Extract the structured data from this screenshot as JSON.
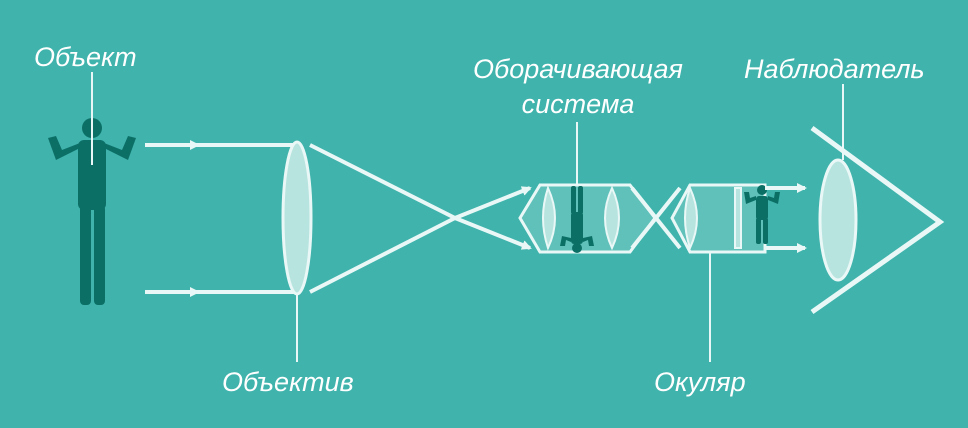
{
  "diagram": {
    "labels": {
      "object": "Объект",
      "objective": "Объектив",
      "inverting_system_line1": "Оборачивающая",
      "inverting_system_line2": "система",
      "eyepiece": "Окуляр",
      "observer": "Наблюдатель"
    },
    "colors": {
      "background": "#3fb3ac",
      "figure": "#0c6f66",
      "lines": "#e9f8f6",
      "lens_fill": "#b8e4df",
      "text": "#ffffff"
    }
  }
}
